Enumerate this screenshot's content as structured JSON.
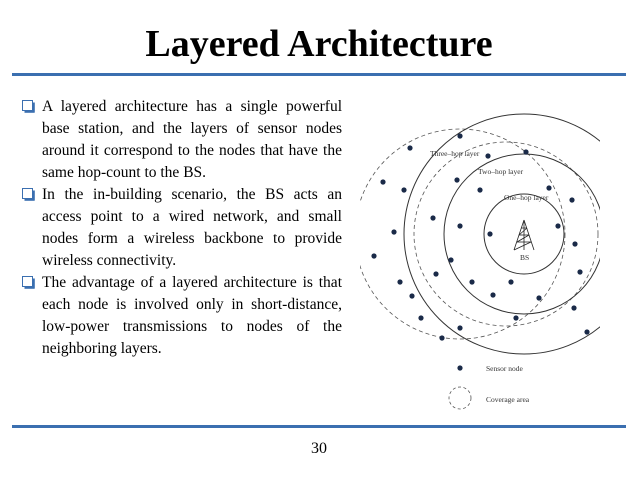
{
  "slide": {
    "title": "Layered Architecture",
    "page_number": "30"
  },
  "bullets": [
    {
      "text": "A layered architecture has a single powerful base station, and the layers of sensor nodes around it correspond to the nodes that have the same hop-count to the BS."
    },
    {
      "text": "In the in-building scenario, the BS acts an access point to a wired network, and small nodes form a wireless backbone to provide wireless connectivity."
    },
    {
      "text": "The advantage of a layered architecture is that each node is involved only in short-distance, low-power transmissions to nodes of the neighboring layers."
    }
  ],
  "diagram": {
    "labels": {
      "three_hop": "Three–hop layer",
      "two_hop": "Two–hop layer",
      "one_hop": "One–hop layer",
      "bs": "BS"
    },
    "legend": {
      "sensor_node": "Sensor node",
      "coverage_area": "Coverage area"
    }
  },
  "colors": {
    "rule": "#3b6fb0",
    "node": "#1a2a48"
  }
}
